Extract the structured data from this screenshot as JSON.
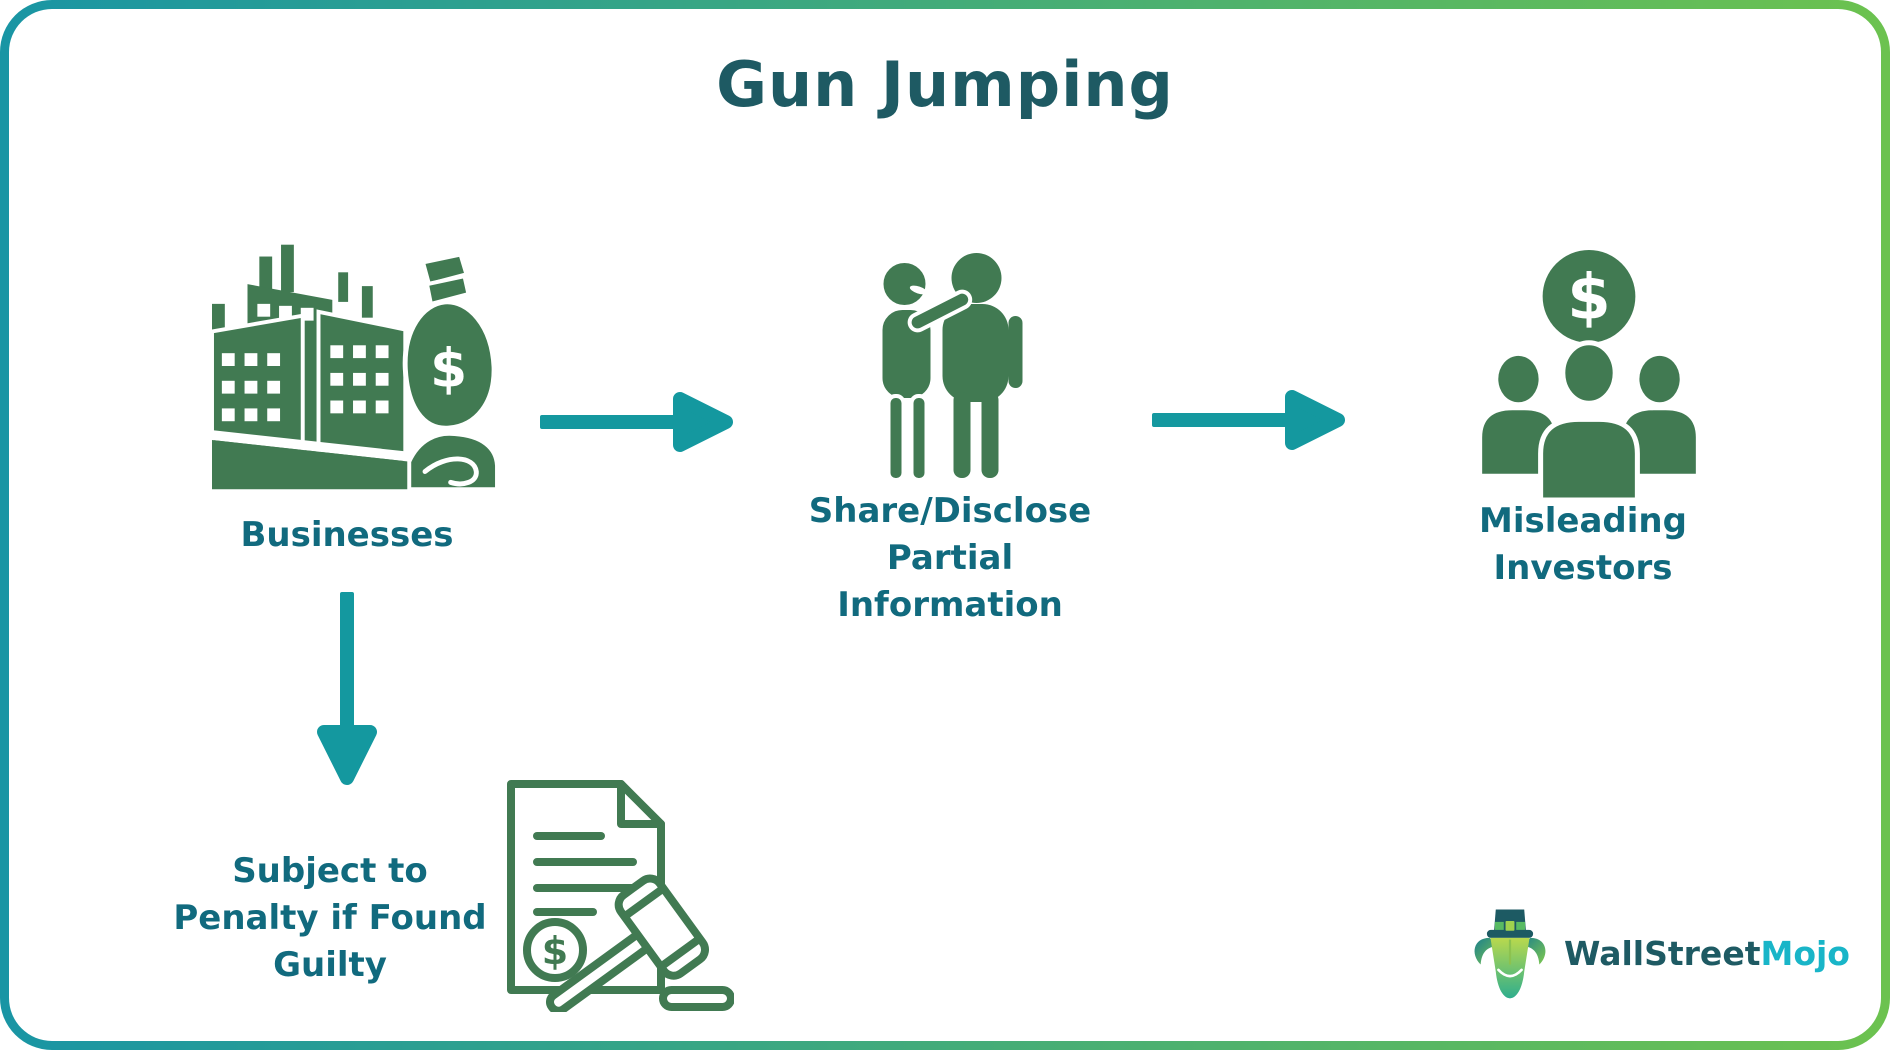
{
  "title": "Gun Jumping",
  "flow": {
    "businesses": {
      "label": "Businesses"
    },
    "share_disclose": {
      "lines": [
        "Share/Disclose",
        "Partial",
        "Information"
      ]
    },
    "misleading_investors": {
      "lines": [
        "Misleading",
        "Investors"
      ]
    },
    "penalty": {
      "lines": [
        "Subject to",
        "Penalty if Found",
        "Guilty"
      ]
    }
  },
  "glyphs": {
    "dollar": "$"
  },
  "logo": {
    "brand_primary": "WallStreet",
    "brand_secondary": "Mojo"
  },
  "colors": {
    "title_text": "#1e5a63",
    "label_text": "#116a7e",
    "icon_green": "#417a52",
    "arrow_teal": "#14989f",
    "border_gradient_left": "#1995a4",
    "border_gradient_right": "#6cc24f",
    "logo_primary_text": "#1e5a63",
    "logo_secondary_text": "#19b5c8"
  }
}
